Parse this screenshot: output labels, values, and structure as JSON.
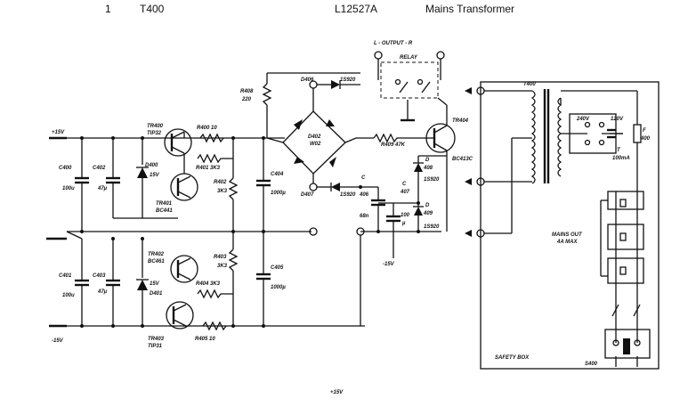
{
  "header": {
    "item_number": "1",
    "reference": "T400",
    "part_number": "L12527A",
    "description": "Mains Transformer"
  },
  "labels": {
    "plus15": "+15V",
    "minus15": "-15V",
    "minus15_c": "-15V",
    "plus15_bottom": "+15V",
    "c400": "C400",
    "c400_val": "100u",
    "c401": "C401",
    "c401_val": "100u",
    "c402": "C402",
    "c402_val": "47µ",
    "c403": "C403",
    "c403_val": "47µ",
    "c404": "C404",
    "c404_val": "1000µ",
    "c405": "C405",
    "c405_val": "1000µ",
    "c406": "C",
    "c406_num": "406",
    "c406_val": "68n",
    "c407": "C",
    "c407_num": "407",
    "c407_val": "100",
    "c407_unit": "µ",
    "d400": "D400",
    "d400_val": "15V",
    "d401": "D401",
    "d401_val": "15V",
    "d402": "D402",
    "d402_val": "W02",
    "d406": "D406",
    "d406_val": "1S920",
    "d407": "D407",
    "d407_val": "1S920",
    "d408": "D",
    "d408_num": "408",
    "d408_val": "1S920",
    "d409": "D",
    "d409_num": "409",
    "d409_val": "1S920",
    "tr400": "TR400",
    "tr400_val": "TIP32",
    "tr401": "TR401",
    "tr401_val": "BC441",
    "tr402": "TR402",
    "tr402_val": "BC461",
    "tr403": "TR403",
    "tr403_val": "TIP31",
    "tr404": "TR404",
    "tr404_val": "BC413C",
    "r400": "R400 10",
    "r401": "R401 3K3",
    "r402": "R402",
    "r402_val": "3K3",
    "r403": "R403",
    "r403_val": "3K3",
    "r404": "R404 3K3",
    "r405": "R405 10",
    "r408": "R408",
    "r408_val": "220",
    "r409": "R409 47K",
    "output": "L - OUTPUT - R",
    "relay": "RELAY",
    "t400": "T400",
    "v240": "240V",
    "v120": "120V",
    "f400": "F",
    "f400_num": "400",
    "fuse_t": "T",
    "fuse_val": "100mA",
    "mains_out": "MAINS OUT",
    "mains_max": "4A MAX",
    "safety_box": "SAFETY BOX",
    "s400": "S400"
  }
}
